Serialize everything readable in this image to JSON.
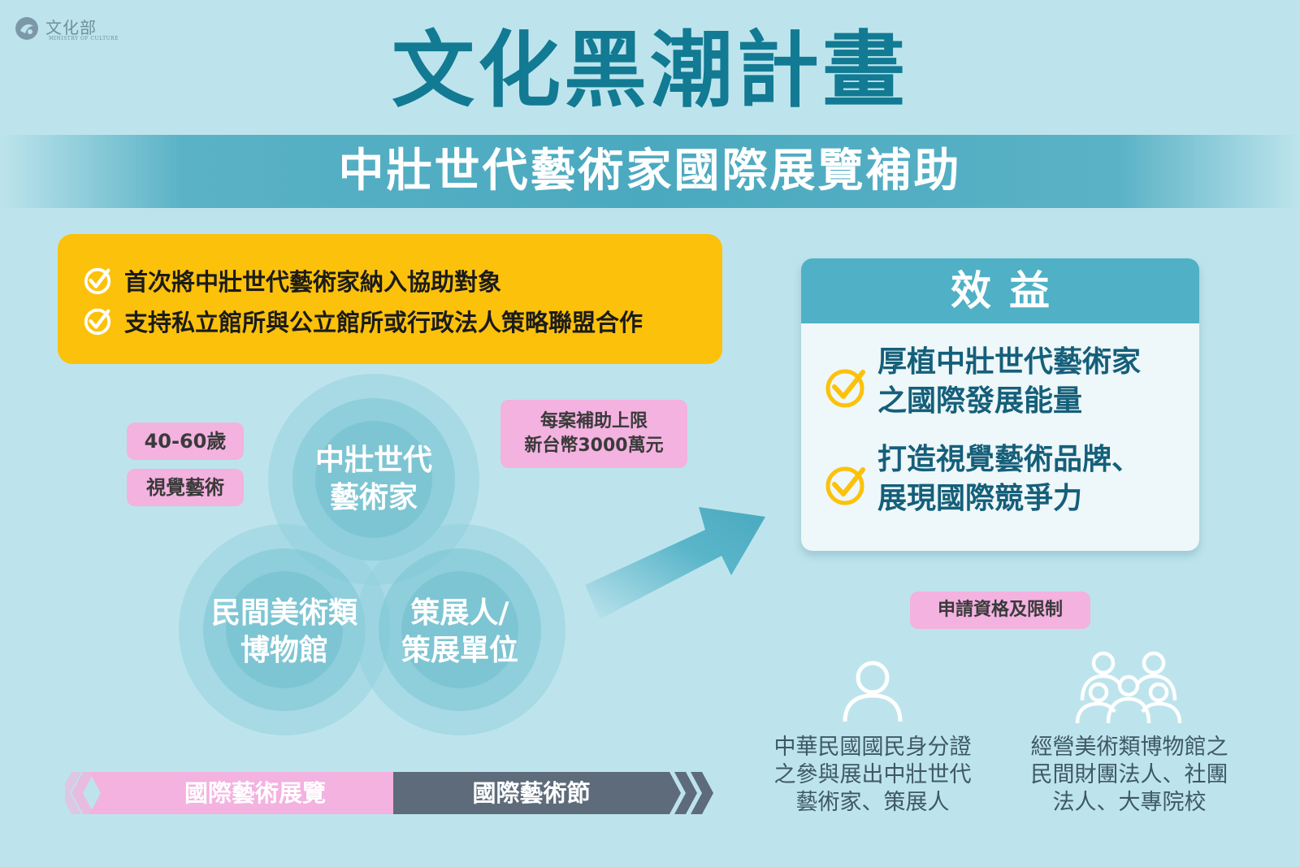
{
  "logo": {
    "name": "文化部",
    "subtitle": "MINISTRY OF CULTURE"
  },
  "title": "文化黑潮計畫",
  "subtitle": "中壯世代藝術家國際展覽補助",
  "highlights": [
    "首次將中壯世代藝術家納入協助對象",
    "支持私立館所與公立館所或行政法人策略聯盟合作"
  ],
  "tags": {
    "age": "40-60歲",
    "field": "視覺藝術",
    "cap_line1": "每案補助上限",
    "cap_line2": "新台幣3000萬元"
  },
  "circles": {
    "top_line1": "中壯世代",
    "top_line2": "藝術家",
    "left_line1": "民間美術類",
    "left_line2": "博物館",
    "right_line1": "策展人/",
    "right_line2": "策展單位"
  },
  "benefits": {
    "title": "效益",
    "item1_line1": "厚植中壯世代藝術家",
    "item1_line2": "之國際發展能量",
    "item2_line1": "打造視覺藝術品牌、",
    "item2_line2": "展現國際競爭力"
  },
  "eligibility": {
    "label": "申請資格及限制",
    "person_line1": "中華民國國民身分證",
    "person_line2": "之參與展出中壯世代",
    "person_line3": "藝術家、策展人",
    "group_line1": "經營美術類博物館之",
    "group_line2": "民間財團法人、社團",
    "group_line3": "法人、大專院校"
  },
  "banner": {
    "left": "國際藝術展覽",
    "right": "國際藝術節"
  },
  "colors": {
    "background": "#bde4ec",
    "title": "#127a93",
    "band": "#4aa9bf",
    "yellow": "#fcc10a",
    "pink": "#f3b2e0",
    "benefit_text": "#155f7a",
    "banner_pink": "#f3b2e0",
    "banner_gray": "#5e6b7a"
  }
}
